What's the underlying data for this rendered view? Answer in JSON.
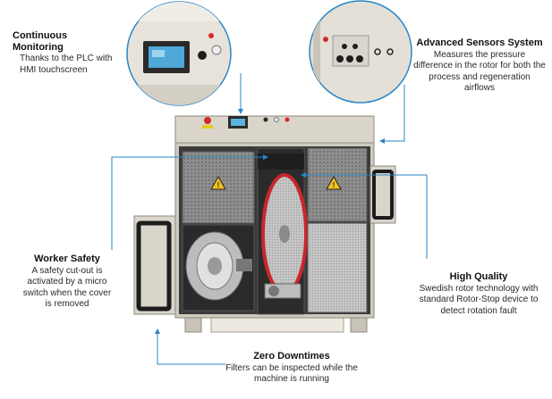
{
  "callouts": {
    "continuous": {
      "title": "Continuous Monitoring",
      "body": "Thanks to the PLC with HMI touchscreen"
    },
    "sensors": {
      "title": "Advanced Sensors System",
      "body": "Measures the pressure difference in the rotor for both the process and regeneration airflows"
    },
    "worker": {
      "title": "Worker Safety",
      "body": "A safety cut-out is activated by a micro switch when the cover is removed"
    },
    "quality": {
      "title": "High Quality",
      "body": "Swedish rotor technology with standard Rotor-Stop device to detect rotation fault"
    },
    "downtime": {
      "title": "Zero Downtimes",
      "body": "Filters can be inspected while the machine is running"
    }
  },
  "colors": {
    "accent": "#2a86c8",
    "cabinet": "#d8d4ca",
    "rotor": "#c9262c"
  },
  "icons": [
    "warning-triangle-icon",
    "emergency-stop-icon",
    "hmi-touchscreen-icon"
  ]
}
